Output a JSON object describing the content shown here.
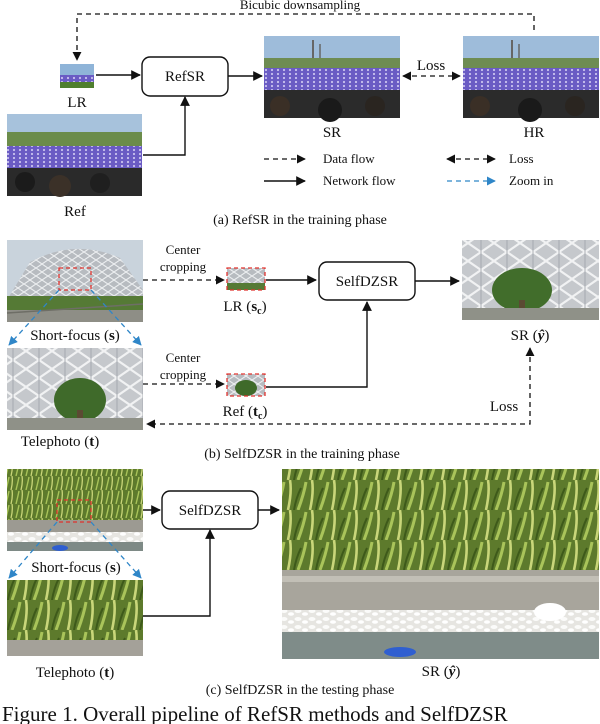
{
  "panel_a": {
    "top_arrow_label": "Bicubic downsampling",
    "lr_label": "LR",
    "ref_label": "Ref",
    "model_label": "RefSR",
    "sr_label": "SR",
    "hr_label": "HR",
    "loss_label": "Loss",
    "legend": {
      "data_flow": "Data flow",
      "network_flow": "Network flow",
      "loss": "Loss",
      "zoom_in": "Zoom in"
    },
    "caption": "(a) RefSR in the training phase"
  },
  "panel_b": {
    "center_crop_1": [
      "Center",
      "cropping"
    ],
    "center_crop_2": [
      "Center",
      "cropping"
    ],
    "lr_label_pre": "LR (",
    "lr_label_var": "s",
    "lr_label_sub": "c",
    "lr_label_post": ")",
    "model_label": "SelfDZSR",
    "sr_label_pre": "SR (",
    "sr_label_var": "ŷ",
    "sr_label_post": ")",
    "short_focus_pre": "Short-focus (",
    "short_focus_var": "s",
    "short_focus_post": ")",
    "ref_label_pre": "Ref (",
    "ref_label_var": "t",
    "ref_label_sub": "c",
    "ref_label_post": ")",
    "loss_label": "Loss",
    "telephoto_pre": "Telephoto (",
    "telephoto_var": "t",
    "telephoto_post": ")",
    "caption": "(b) SelfDZSR in the training phase"
  },
  "panel_c": {
    "model_label": "SelfDZSR",
    "short_focus_pre": "Short-focus (",
    "short_focus_var": "s",
    "short_focus_post": ")",
    "telephoto_pre": "Telephoto (",
    "telephoto_var": "t",
    "telephoto_post": ")",
    "sr_label_pre": "SR (",
    "sr_label_var": "ŷ",
    "sr_label_post": ")",
    "caption": "(c) SelfDZSR in the testing phase"
  },
  "figure_caption": "Figure 1. Overall pipeline of RefSR methods and SelfDZSR",
  "colors": {
    "zoom_dashed": "#2f86c8",
    "crop_box": "#e0332e",
    "stadium_crowd": "#6a5bc4",
    "sky": "#8fb4d8",
    "grass": "#4f7f2e",
    "concrete": "#b9b9b6",
    "building_lattice": "#c9ccd0",
    "leaf_green": "#6f8f2f"
  }
}
